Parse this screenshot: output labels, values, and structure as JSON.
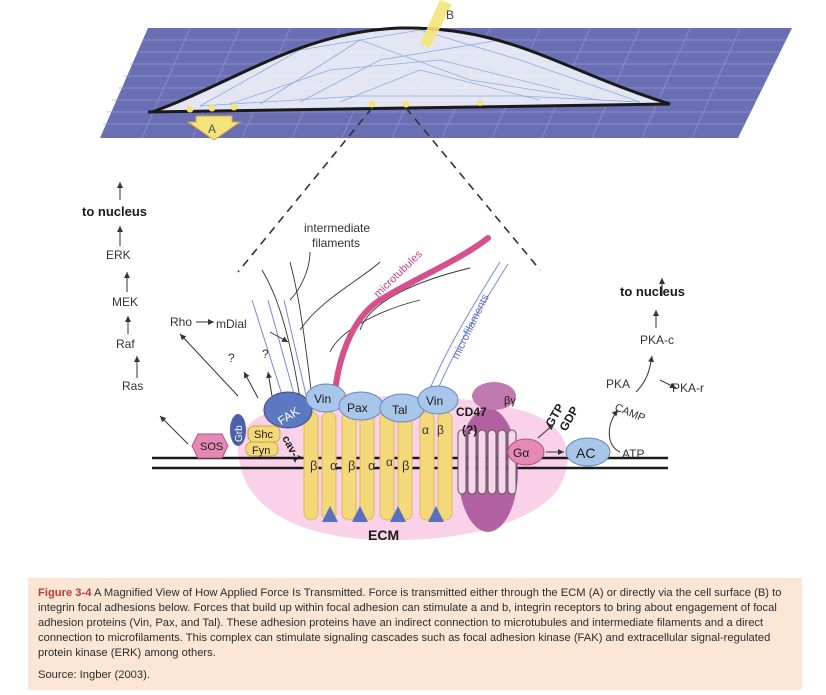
{
  "diagram": {
    "top_labels": {
      "b": "B",
      "a": "A"
    },
    "left_pathway": {
      "to_nucleus": "to nucleus",
      "erk": "ERK",
      "mek": "MEK",
      "raf": "Raf",
      "ras": "Ras",
      "rho": "Rho",
      "mdial": "mDial",
      "q1": "?",
      "q2": "?"
    },
    "filaments": {
      "intermediate_line1": "intermediate",
      "intermediate_line2": "filaments",
      "microtubules": "microtubules",
      "microfilaments": "microfilaments"
    },
    "proteins": {
      "fak": "FAK",
      "vin1": "Vin",
      "pax": "Pax",
      "tal": "Tal",
      "vin2": "Vin",
      "cd47": "CD47",
      "cd47_q": "(?)",
      "by": "βγ",
      "sos": "SOS",
      "grb": "Grb",
      "shc": "Shc",
      "fyn": "Fyn",
      "cav": "cav-1",
      "ga": "Gα",
      "ac": "AC",
      "atp": "ATP",
      "gtp": "GTP",
      "gdp": "GDP"
    },
    "integrins": {
      "b1": "β",
      "a1": "α",
      "b2": "β",
      "a2": "α",
      "a3": "α",
      "b3": "β",
      "a4": "α",
      "b4": "β"
    },
    "ecm": "ECM",
    "right_pathway": {
      "to_nucleus": "to nucleus",
      "pkac": "PKA-c",
      "pka": "PKA",
      "pkar": "PKA-r",
      "camp": "CAMP"
    }
  },
  "caption": {
    "label": "Figure 3-4",
    "text": " A Magnified View of How Applied Force Is Transmitted. Force is transmitted either through the ECM (A) or directly via the cell surface (B) to integrin focal adhesions below. Forces that build up within focal adhesion can stimulate a and b, integrin receptors to bring about engagement of focal adhesion proteins (Vin, Pax, and Tal). These adhesion proteins have an indirect connection to microtubules and intermediate filaments and a direct connection to microfilaments. This complex can stimulate signaling cascades such as focal adhesion kinase (FAK) and extracellular signal-regulated protein kinase (ERK) among others.",
    "source": "Source: Ingber (2003)."
  }
}
